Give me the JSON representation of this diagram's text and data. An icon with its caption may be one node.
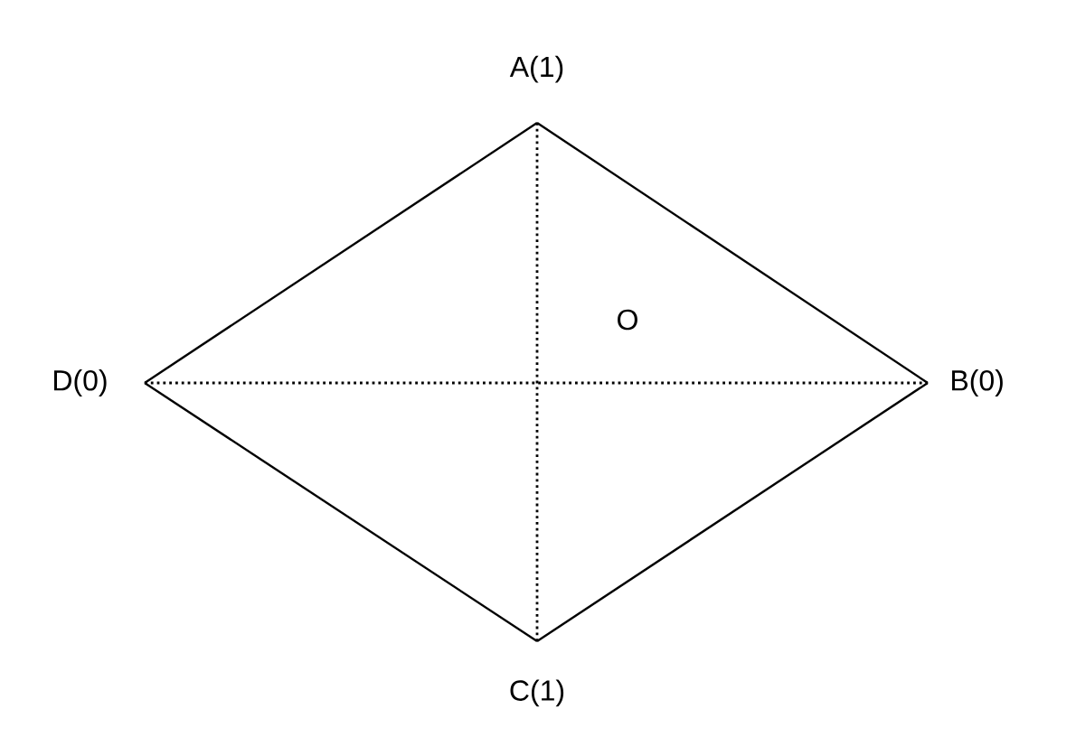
{
  "diagram": {
    "nodes": [
      {
        "text": [
          "A(1)"
        ]
      },
      {
        "text": [
          "B(0)"
        ]
      },
      {
        "text": [
          "C(1)"
        ]
      },
      {
        "text": [
          "D(0)"
        ]
      }
    ],
    "edges": [
      {
        "from": 0,
        "to": 1,
        "arrow": "none"
      },
      {
        "from": 1,
        "to": 2,
        "arrow": "none"
      },
      {
        "from": 2,
        "to": 3,
        "arrow": "none"
      },
      {
        "from": 3,
        "to": 0,
        "arrow": "none"
      },
      {
        "from": 0,
        "to": 2,
        "arrow": "none",
        "style": "dashed"
      },
      {
        "from": 3,
        "to": 1,
        "arrow": "none",
        "style": "dashed"
      }
    ],
    "labels": [
      "O"
    ]
  }
}
